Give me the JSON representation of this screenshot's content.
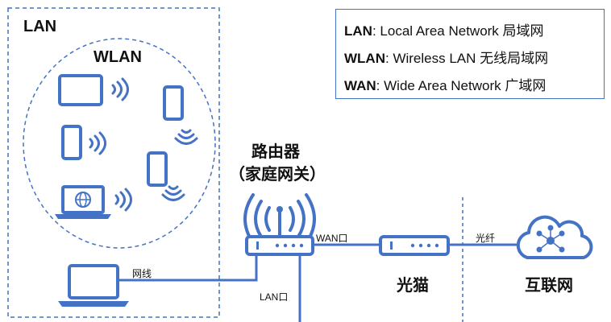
{
  "regions": {
    "lan_title": "LAN",
    "wlan_title": "WLAN"
  },
  "legend": {
    "items": [
      {
        "abbr": "LAN",
        "sep": ": ",
        "desc": "Local Area Network 局域网"
      },
      {
        "abbr": "WLAN",
        "sep": ": ",
        "desc": "Wireless LAN 无线局域网"
      },
      {
        "abbr": "WAN",
        "sep": ": ",
        "desc": "Wide Area Network 广域网"
      }
    ]
  },
  "router": {
    "title_line1": "路由器",
    "title_line2": "（家庭网关）"
  },
  "links": {
    "cable": "网线",
    "wan_port": "WAN口",
    "lan_port": "LAN口",
    "fiber": "光纤"
  },
  "nodes": {
    "modem": "光猫",
    "internet": "互联网"
  },
  "colors": {
    "primary": "#4472C4",
    "line": "#4472C4",
    "text": "#111111"
  }
}
